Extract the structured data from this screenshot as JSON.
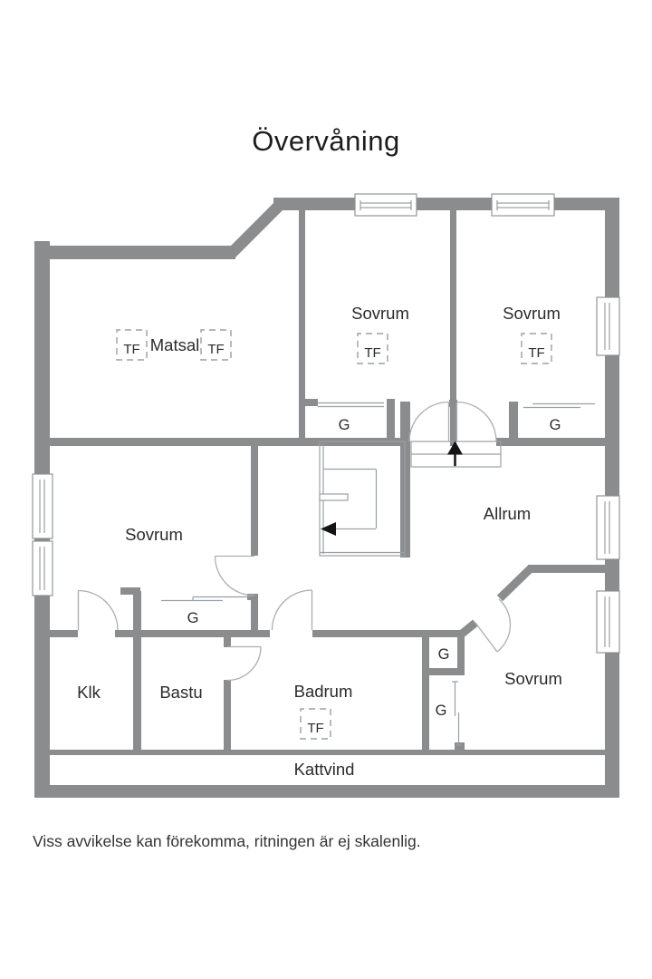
{
  "title": "Övervåning",
  "disclaimer": "Viss avvikelse kan förekomma, ritningen är ej skalenlig.",
  "colors": {
    "wall": "#8a8c8e",
    "thin": "#9aa0a3",
    "door": "#abaeb0",
    "text": "#2b2b2b",
    "arrow": "#141414",
    "bg": "#ffffff"
  },
  "rooms": [
    {
      "name": "matsal",
      "label": "Matsal"
    },
    {
      "name": "sovrum-top-middle",
      "label": "Sovrum"
    },
    {
      "name": "sovrum-top-right",
      "label": "Sovrum"
    },
    {
      "name": "sovrum-left",
      "label": "Sovrum"
    },
    {
      "name": "allrum",
      "label": "Allrum"
    },
    {
      "name": "sovrum-bottom-right",
      "label": "Sovrum"
    },
    {
      "name": "klk",
      "label": "Klk"
    },
    {
      "name": "bastu",
      "label": "Bastu"
    },
    {
      "name": "badrum",
      "label": "Badrum"
    },
    {
      "name": "kattvind",
      "label": "Kattvind"
    }
  ],
  "wardrobes": [
    {
      "location": "sovrum-top-middle",
      "label": "G"
    },
    {
      "location": "sovrum-top-right",
      "label": "G"
    },
    {
      "location": "sovrum-left",
      "label": "G"
    },
    {
      "location": "hall-upper-closet",
      "label": "G"
    },
    {
      "location": "hall-lower-closet",
      "label": "G"
    }
  ],
  "skylights": [
    {
      "location": "matsal-left",
      "label": "TF"
    },
    {
      "location": "matsal-right",
      "label": "TF"
    },
    {
      "location": "sovrum-top-middle",
      "label": "TF"
    },
    {
      "location": "sovrum-top-right",
      "label": "TF"
    },
    {
      "location": "badrum",
      "label": "TF"
    }
  ]
}
